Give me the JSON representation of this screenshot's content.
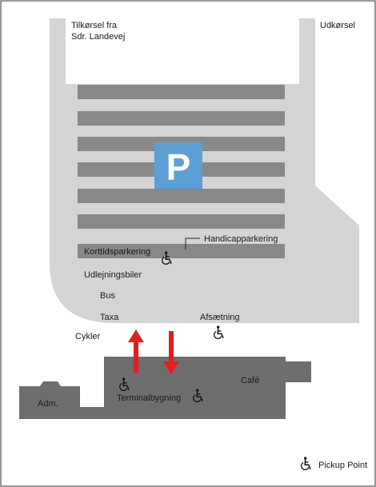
{
  "labels": {
    "entrance": [
      "Tilkørsel fra",
      "Sdr. Landevej"
    ],
    "exit": "Udkørsel",
    "parking_sign": "P",
    "handicap_parking": "Handicapparkering",
    "short_term_parking": "Korttidsparkering",
    "rental_cars": "Udlejningsbiler",
    "bus": "Bus",
    "taxi": "Taxa",
    "dropoff": "Afsætning",
    "bicycles": "Cykler",
    "cafe": "Café",
    "terminal": "Terminalbygning",
    "admin": "Adm."
  },
  "legend": {
    "pickup_point": "Pickup Point"
  },
  "icons": {
    "accessibility": "wheelchair-icon",
    "arrow_up": "arrow-up-icon",
    "arrow_down": "arrow-down-icon"
  },
  "colors": {
    "parking_area": "#d4d4d4",
    "parking_rows": "#888888",
    "building": "#6e6e6e",
    "parking_sign": "#5b9fd4",
    "arrows": "#e02020",
    "frame": "#333333"
  }
}
